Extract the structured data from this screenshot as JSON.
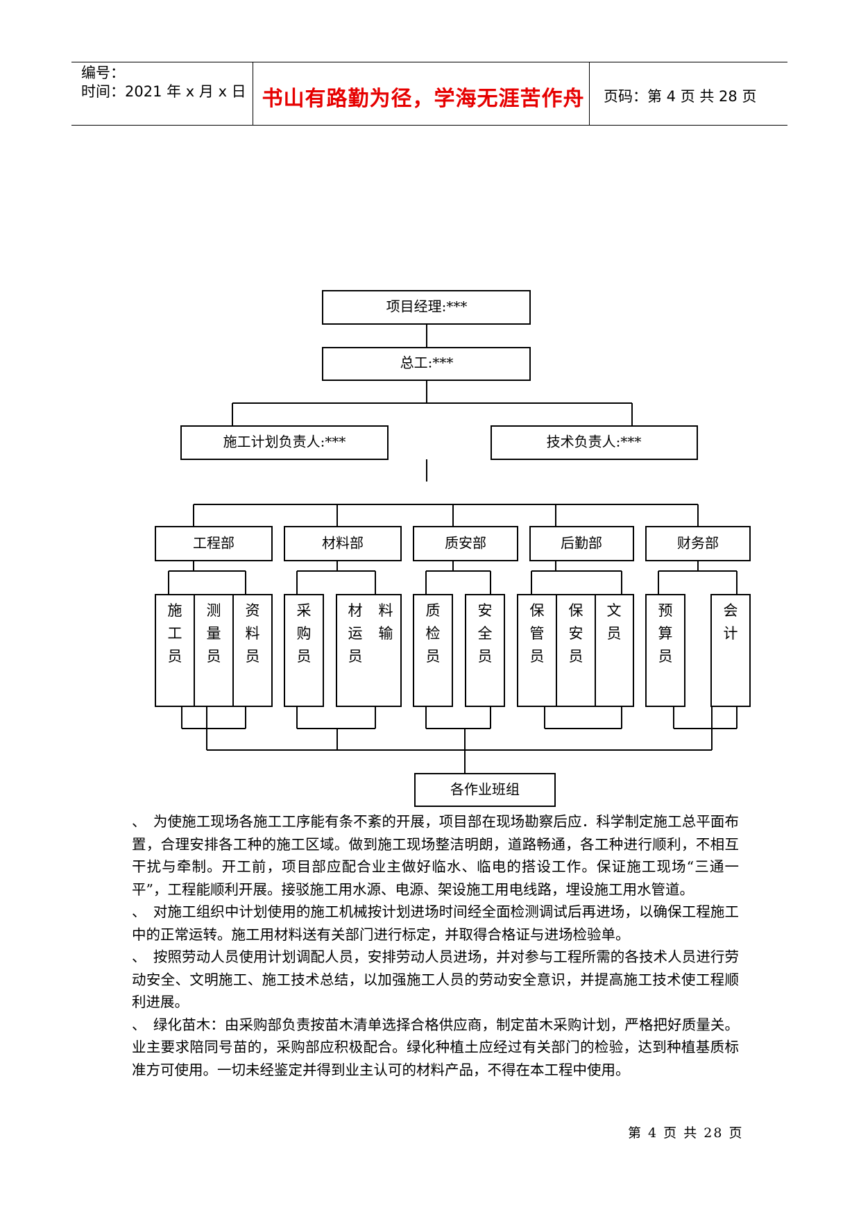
{
  "header": {
    "number_label": "编号：",
    "time_label": "时间：2021 年 x 月 x 日",
    "motto": "书山有路勤为径，学海无涯苦作舟",
    "page_label": "页码：第 4 页  共 28 页"
  },
  "org_chart": {
    "manager": "项目经理:***",
    "chief_engineer": "总工:***",
    "plan_lead": "施工计划负责人:***",
    "tech_lead": "技术负责人:***",
    "departments": [
      "工程部",
      "材料部",
      "质安部",
      "后勤部",
      "财务部"
    ],
    "staff": [
      "施工员",
      "测量员",
      "资料员",
      "采购员",
      "材料运输员",
      "质检员",
      "安全员",
      "保管员",
      "保安员",
      "文员",
      "预算员",
      "会计"
    ],
    "teams": "各作业班组"
  },
  "paragraphs": [
    "、　为使施工现场各施工工序能有条不紊的开展，项目部在现场勘察后应．科学制定施工总平面布置，合理安排各工种的施工区域。做到施工现场整洁明朗，道路畅通，各工种进行顺利，不相互干扰与牵制。开工前，项目部应配合业主做好临水、临电的搭设工作。保证施工现场“三通一平”，工程能顺利开展。接驳施工用水源、电源、架设施工用电线路，埋设施工用水管道。",
    "、　对施工组织中计划使用的施工机械按计划进场时间经全面检测调试后再进场，以确保工程施工中的正常运转。施工用材料送有关部门进行标定，并取得合格证与进场检验单。",
    "、　按照劳动人员使用计划调配人员，安排劳动人员进场，并对参与工程所需的各技术人员进行劳动安全、文明施工、施工技术总结，以加强施工人员的劳动安全意识，并提高施工技术使工程顺利进展。",
    "、　绿化苗木：由采购部负责按苗木清单选择合格供应商，制定苗木采购计划，严格把好质量关。业主要求陪同号苗的，采购部应积极配合。绿化种植土应经过有关部门的检验，达到种植基质标准方可使用。一切未经鉴定并得到业主认可的材料产品，不得在本工程中使用。"
  ],
  "footer": "第 4 页 共 28 页"
}
